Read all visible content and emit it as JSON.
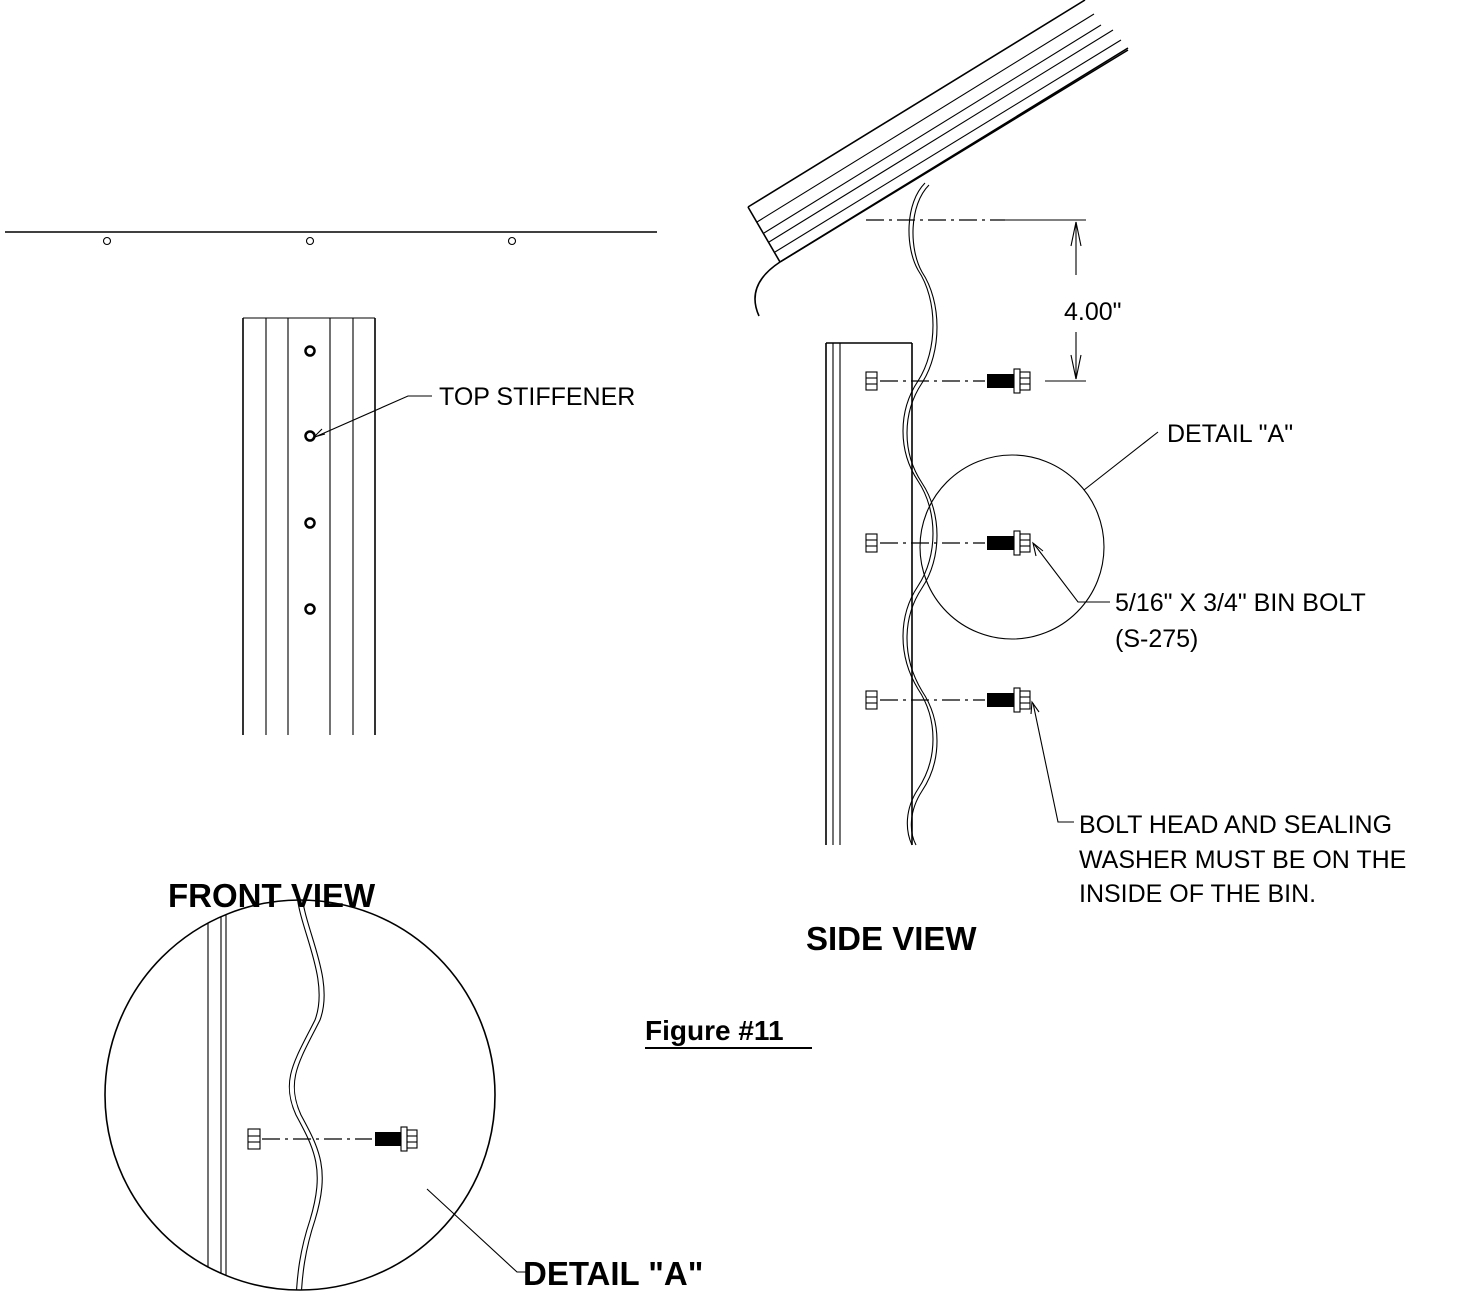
{
  "labels": {
    "top_stiffener": "TOP STIFFENER",
    "detail_a_callout": "DETAIL  \"A\"",
    "dimension": "4.00\"",
    "bolt_line1": "5/16\" X 3/4\" BIN BOLT",
    "bolt_line2": "(S-275)",
    "note_line1": "BOLT HEAD AND SEALING",
    "note_line2": "WASHER MUST BE ON THE",
    "note_line3": "INSIDE OF THE BIN.",
    "front_view": "FRONT  VIEW",
    "side_view": "SIDE  VIEW",
    "figure": "Figure #11",
    "detail_a_title": "DETAIL  \"A\""
  }
}
